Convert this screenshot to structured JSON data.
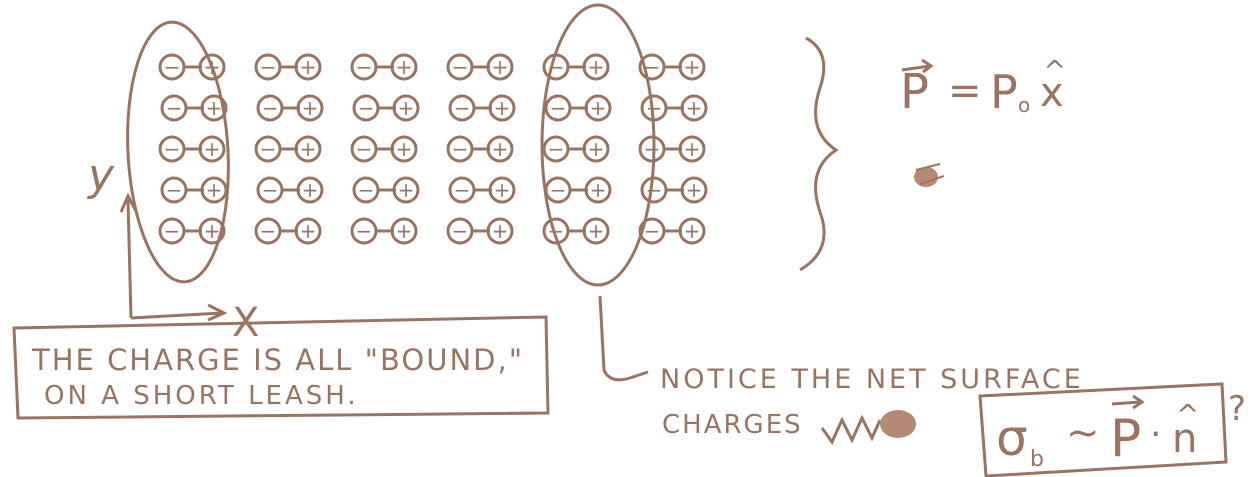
{
  "ink_color": "#9a7461",
  "ink_fill": "#b48a76",
  "background": "#ffffff",
  "lattice": {
    "rows": 5,
    "columns": 6,
    "negative_symbol": "−",
    "positive_symbol": "+"
  },
  "axes": {
    "y_label": "y",
    "x_label": "X"
  },
  "equation_polarization": {
    "vector": "P",
    "equals": "=",
    "magnitude": "P",
    "subscript": "o",
    "unit_vector": "x",
    "hat": "^"
  },
  "note_box": {
    "line1": "THE CHARGE IS ALL \"BOUND,\"",
    "line2": "ON A SHORT LEASH."
  },
  "notice_text": {
    "line1": "NOTICE THE NET SURFACE",
    "line2": "CHARGES"
  },
  "equation_surface": {
    "sigma": "σ",
    "subscript": "b",
    "relation": "~",
    "vector": "P",
    "dot": "·",
    "normal": "n",
    "hat": "^",
    "question": "?"
  }
}
